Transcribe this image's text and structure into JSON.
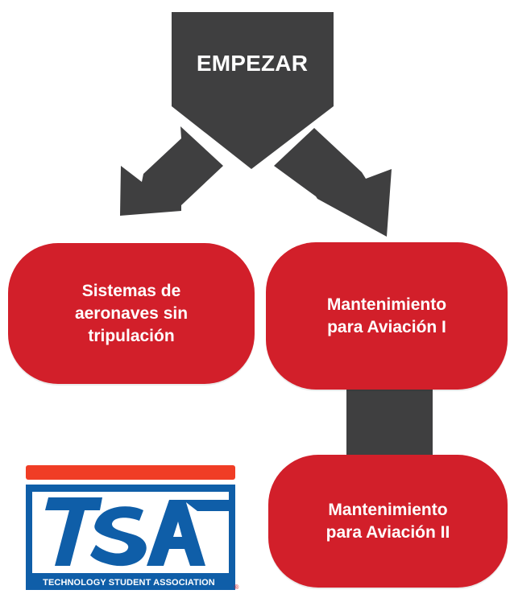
{
  "diagram": {
    "start": "EMPEZAR",
    "nodes": {
      "uas": "Sistemas de\naeronaves sin\ntripulación",
      "amt1": "Mantenimiento\npara Aviación I",
      "amt2": "Mantenimiento\npara Aviación II"
    }
  },
  "logo": {
    "footer": "TECHNOLOGY STUDENT ASSOCIATION",
    "registered_mark": "®"
  },
  "colors": {
    "node": "#d21f2a",
    "start_block": "#3f3f40",
    "arrow": "#3f3f40",
    "logo_red": "#f03d25",
    "logo_blue": "#0f5ea8"
  }
}
